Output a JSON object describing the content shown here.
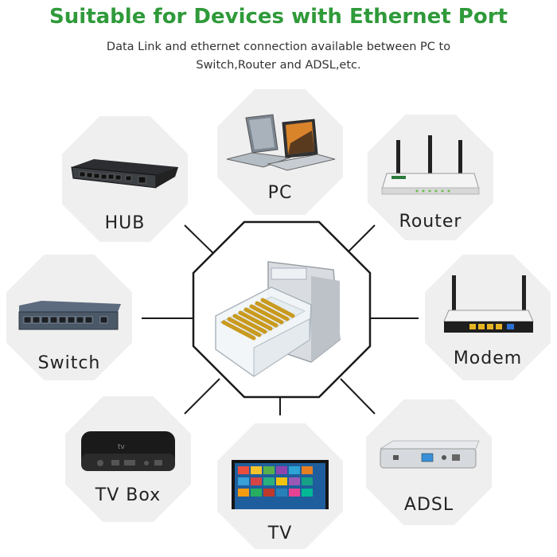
{
  "header": {
    "title": "Suitable for Devices with Ethernet Port",
    "subtitle_line1": "Data Link and ethernet connection available between PC to",
    "subtitle_line2": "Switch,Router and ADSL,etc."
  },
  "devices": [
    {
      "key": "pc",
      "label": "PC",
      "icon": "laptop-icon"
    },
    {
      "key": "hub",
      "label": "HUB",
      "icon": "hub-icon"
    },
    {
      "key": "router",
      "label": "Router",
      "icon": "router-icon"
    },
    {
      "key": "switch",
      "label": "Switch",
      "icon": "switch-icon"
    },
    {
      "key": "modem",
      "label": "Modem",
      "icon": "modem-icon"
    },
    {
      "key": "tvbox",
      "label": "TV Box",
      "icon": "tv-box-icon"
    },
    {
      "key": "tv",
      "label": "TV",
      "icon": "tv-icon"
    },
    {
      "key": "adsl",
      "label": "ADSL",
      "icon": "adsl-icon"
    }
  ],
  "center": {
    "icon": "rj45-connector-icon"
  },
  "colors": {
    "title": "#2f9a3a",
    "tile": "#efefef",
    "lines": "#1a1a1a"
  }
}
